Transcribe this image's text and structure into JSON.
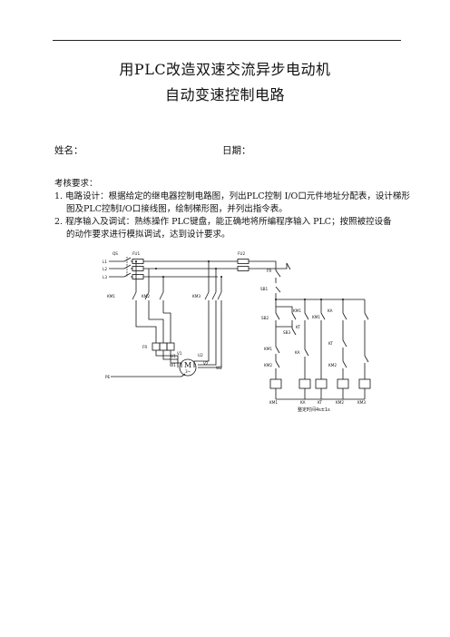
{
  "title_line1": "用PLC改造双速交流异步电动机",
  "title_line2": "自动变速控制电路",
  "name_label": "姓名：",
  "date_label": "日期：",
  "requirements_heading": "考核要求：",
  "req1_line1": "1.  电路设计：根据给定的继电器控制电路图，列出PLC控制 I/O口元件地址分配表，设计梯形",
  "req1_line2": "图及PLC控制I/O口接线图，绘制梯形图，并列出指令表。",
  "req2_line1": "2.  程序输入及调试：熟练操作 PLC键盘，能正确地将所编程序输入 PLC；按照被控设备",
  "req2_line2": "的动作要求进行模拟调试，达到设计要求。",
  "diagram": {
    "labels": {
      "qs": "QS",
      "fu1": "FU1",
      "fu2": "FU2",
      "l1": "L1",
      "l2": "L2",
      "l3": "L3",
      "km1_main": "KM1",
      "km2_main": "KM2",
      "km3_main": "KM3",
      "fr_main": "FR",
      "pe": "PE",
      "u1": "U1",
      "v1": "V1",
      "w1": "W1",
      "u2": "U2",
      "v2": "V2",
      "w2": "W2",
      "motor": "M",
      "motor_sub": "3~",
      "fr_ctrl": "FR",
      "sb1": "SB1",
      "sb2": "SB2",
      "sb3": "SB3",
      "km1_c1": "KM1",
      "km1_c2": "KM1",
      "km1_c3": "KM1",
      "km2_c1": "KM2",
      "km2_c2": "KM2",
      "ka_c1": "KA",
      "ka_c2": "KA",
      "kt_c1": "KT",
      "kt_c2": "KT",
      "coil_km1": "KM1",
      "coil_ka": "KA",
      "coil_kt": "KT",
      "coil_km2": "KM2",
      "coil_km3": "KM3",
      "note": "整定时间4s±1s"
    }
  }
}
